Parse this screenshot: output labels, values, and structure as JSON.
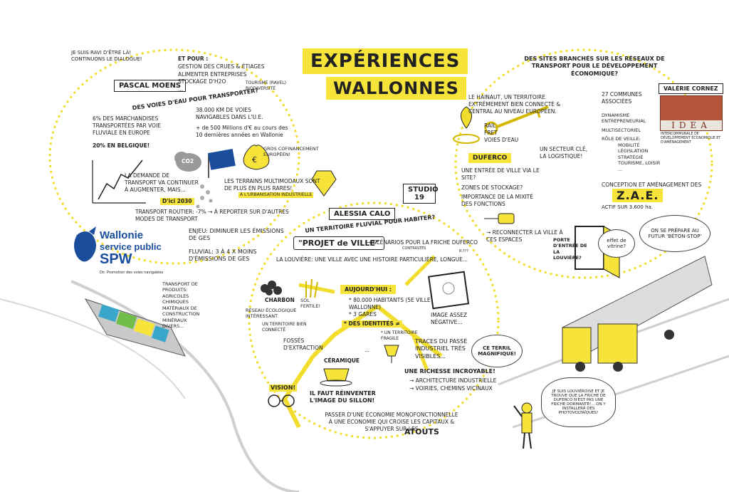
{
  "title": {
    "line1": "EXPÉRIENCES",
    "line2": "WALLONNES"
  },
  "studio": "STUDIO 19",
  "top_left_note": "JE SUIS RAVI D'ÊTRE LÀ! CONTINUONS LE DIALOGUE!",
  "pascal": {
    "name": "PASCAL MOENS",
    "subtitle": "DES VOIES D'EAU POUR TRANSPORTER?",
    "et_pour": "ET POUR :",
    "et_pour_items": [
      "GESTION DES CRUES & ÉTIAGES",
      "ALIMENTER ENTREPRISES",
      "STOCKAGE D'H2O",
      "..."
    ],
    "side_items": [
      "TOURISME (RAVEL)",
      "BIODIVERSITÉ"
    ],
    "stat1": "6% DES MARCHANDISES TRANSPORTÉES PAR VOIE FLUVIALE EN EUROPE",
    "stat2": "20% EN BELGIQUE!",
    "km": "38.000 KM DE VOIES NAVIGABLES DANS L'U.E.",
    "millions": "+ de 500 Millions d'€ au cours des 10 dernières années en Wallonie",
    "cofin": "GROS COFINANCEMENT EUROPÉEN!",
    "demand": "LA DEMANDE DE TRANSPORT VA CONTINUER À AUGMENTER, mais...",
    "terrains": "LES TERRAINS MULTIMODAUX SONT DE PLUS EN PLUS RARES!",
    "urbanisation": "À L'URBANISATION INDUSTRIELLE",
    "dici": "D'ici 2030",
    "routier": "TRANSPORT ROUTIER: -7% → À REPORTER SUR D'AUTRES MODES DE TRANSPORT",
    "enjeu": "ENJEU: DIMINUER LES ÉMISSIONS DE GES",
    "fluvial": "FLUVIAL: 3 À 4 x MOINS D'ÉMISSIONS DE GES",
    "co2": "CO2"
  },
  "spw": {
    "wallonie": "Wallonie",
    "service": "service public",
    "spw": "SPW",
    "dir": "Dir. Promotion des voies navigables"
  },
  "barge": {
    "title": "TRANSPORT DE PRODUITS:",
    "items": [
      "AGRICOLES",
      "CHIMIQUES",
      "MATÉRIAUX DE CONSTRUCTION",
      "MINÉRAUX",
      "DIVERS..."
    ]
  },
  "alessia": {
    "name": "ALESSIA CALO",
    "subtitle": "UN TERRITOIRE FLUVIAL POUR HABITER?",
    "projet": "\"PROJET de VILLE\"",
    "scenarios": "→ SCÉNARIOS POUR LA FRICHE DUFERCO",
    "contrastés": "CONTRASTÉS",
    "louviere": "LA LOUVIÈRE: UNE VILLE AVEC UNE HISTOIRE PARTICULIÈRE, LONGUE...",
    "r": "R.???",
    "aujourdhui": "AUJOURD'HUI :",
    "pop": "* 80.000 HABITANTS (5e VILLE WALLONNE)",
    "gares": "* 3 GARES",
    "identites": "* DES IDENTITÉS ≠",
    "charbon": "CHARBON",
    "sol": "SOL FERTILE!",
    "reseau": "RÉSEAU ÉCOLOGIQUE INTÉRESSANT",
    "territoire_bien": "UN TERRITOIRE BIEN CONNECTÉ",
    "fosses": "FOSSÉS D'EXTRACTION",
    "ceramique": "CÉRAMIQUE",
    "territoire_fragile": "* UN TERRITOIRE FRAGILE",
    "dots": "...",
    "image": "IMAGE ASSEZ NÉGATIVE...",
    "traces": "TRACES DU PASSÉ INDUSTRIEL TRÈS VISIBLES...",
    "terril": "CE TERRIL MAGNIFIQUE!",
    "richesse": "UNE RICHESSE INCROYABLE!",
    "archi": "→ ARCHITECTURE INDUSTRIELLE",
    "voiries": "→ VOIRIES, CHEMINS VICINAUX",
    "vision": "VISION!",
    "reinventer": "IL FAUT RÉINVENTER L'IMAGE DU SILLON!",
    "passer": "PASSER D'UNE ÉCONOMIE MONOFONCTIONNELLE À UNE ÉCONOMIE QUI CROISE LES CAPITAUX & S'APPUYER SUR LES",
    "atouts": "ATOUTS"
  },
  "valerie": {
    "name": "VALÉRIE CORNEZ",
    "subtitle": "DES SITES BRANCHÉS SUR LES RÉSEAUX DE TRANSPORT POUR LE DÉVELOPPEMENT ÉCONOMIQUE?",
    "hainaut": "LE HAINAUT, UN TERRITOIRE EXTRÊMEMENT BIEN CONNECTÉ & CENTRAL AU NIVEAU EUROPÉEN.",
    "modes": [
      "RAIL",
      "FRET",
      "VOIES D'EAU"
    ],
    "secteur": "UN SECTEUR CLÉ, LA LOGISTIQUE!",
    "duferco": "DUFERCO",
    "questions": [
      "UNE ENTRÉE DE VILLE VIA LE SITE?",
      "ZONES DE STOCKAGE?",
      "IMPORTANCE DE LA MIXITÉ DES FONCTIONS"
    ],
    "reconnecter": "→ RECONNECTER LA VILLE À CES ESPACES",
    "porte": "PORTE D'ENTRÉE DE LA LOUVIÈRE?",
    "effet": "effet de vitrine?",
    "communes": "27 COMMUNES ASSOCIÉES",
    "right_items": [
      "DYNAMISME ENTREPRENEURIAL",
      "MULTISECTORIEL",
      "RÔLE DE VEILLE:"
    ],
    "veille": [
      "MOBILITÉ",
      "LÉGISLATION STRATÉGIE",
      "TOURISME, LOISIR",
      "..."
    ],
    "conception": "CONCEPTION ET AMÉNAGEMENT DES",
    "zae": "Z.A.E.",
    "actif": "ACTIF SUR 3.600 ha.",
    "idea": "IDEA",
    "idea_desc": "INTERCOMMUNALE DE DÉVELOPPEMENT ÉCONOMIQUE ET D'AMÉNAGEMENT"
  },
  "beton": "ON SE PRÉPARE AU FUTUR 'BÉTON-STOP'",
  "louvieroise": "JE SUIS LOUVIÉROISE ET JE TROUVE QUE LA FRICHE DE DUFERCO N'EST PAS UNE FRICHE DORMANTE!... ON Y INSTALLERA DES PHOTOVOLTAÏQUES!",
  "colors": {
    "yellow": "#f7e43a",
    "dark": "#222222",
    "blue": "#1a4e9c"
  }
}
